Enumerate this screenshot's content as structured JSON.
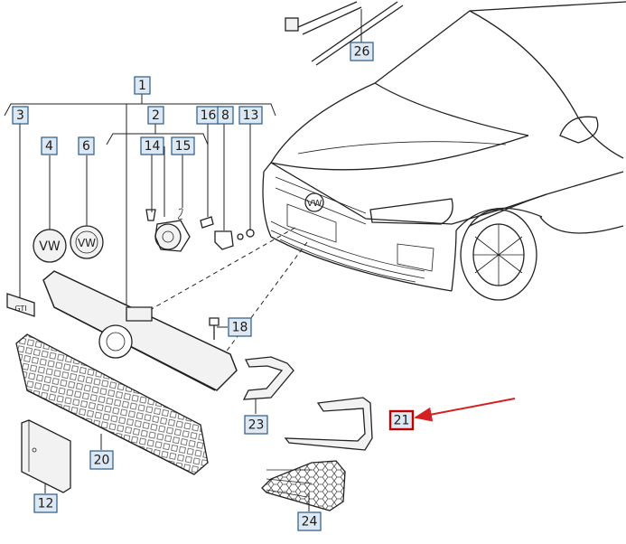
{
  "diagram": {
    "callouts": [
      "1",
      "2",
      "3",
      "4",
      "6",
      "12",
      "13",
      "14",
      "15",
      "16",
      "8",
      "18",
      "20",
      "21",
      "23",
      "24",
      "26"
    ],
    "highlighted_callout": "21",
    "colors": {
      "callout_fill": "#dde8f2",
      "callout_stroke": "#2a5b86",
      "highlight": "#c00000",
      "arrow": "#d42020"
    }
  }
}
